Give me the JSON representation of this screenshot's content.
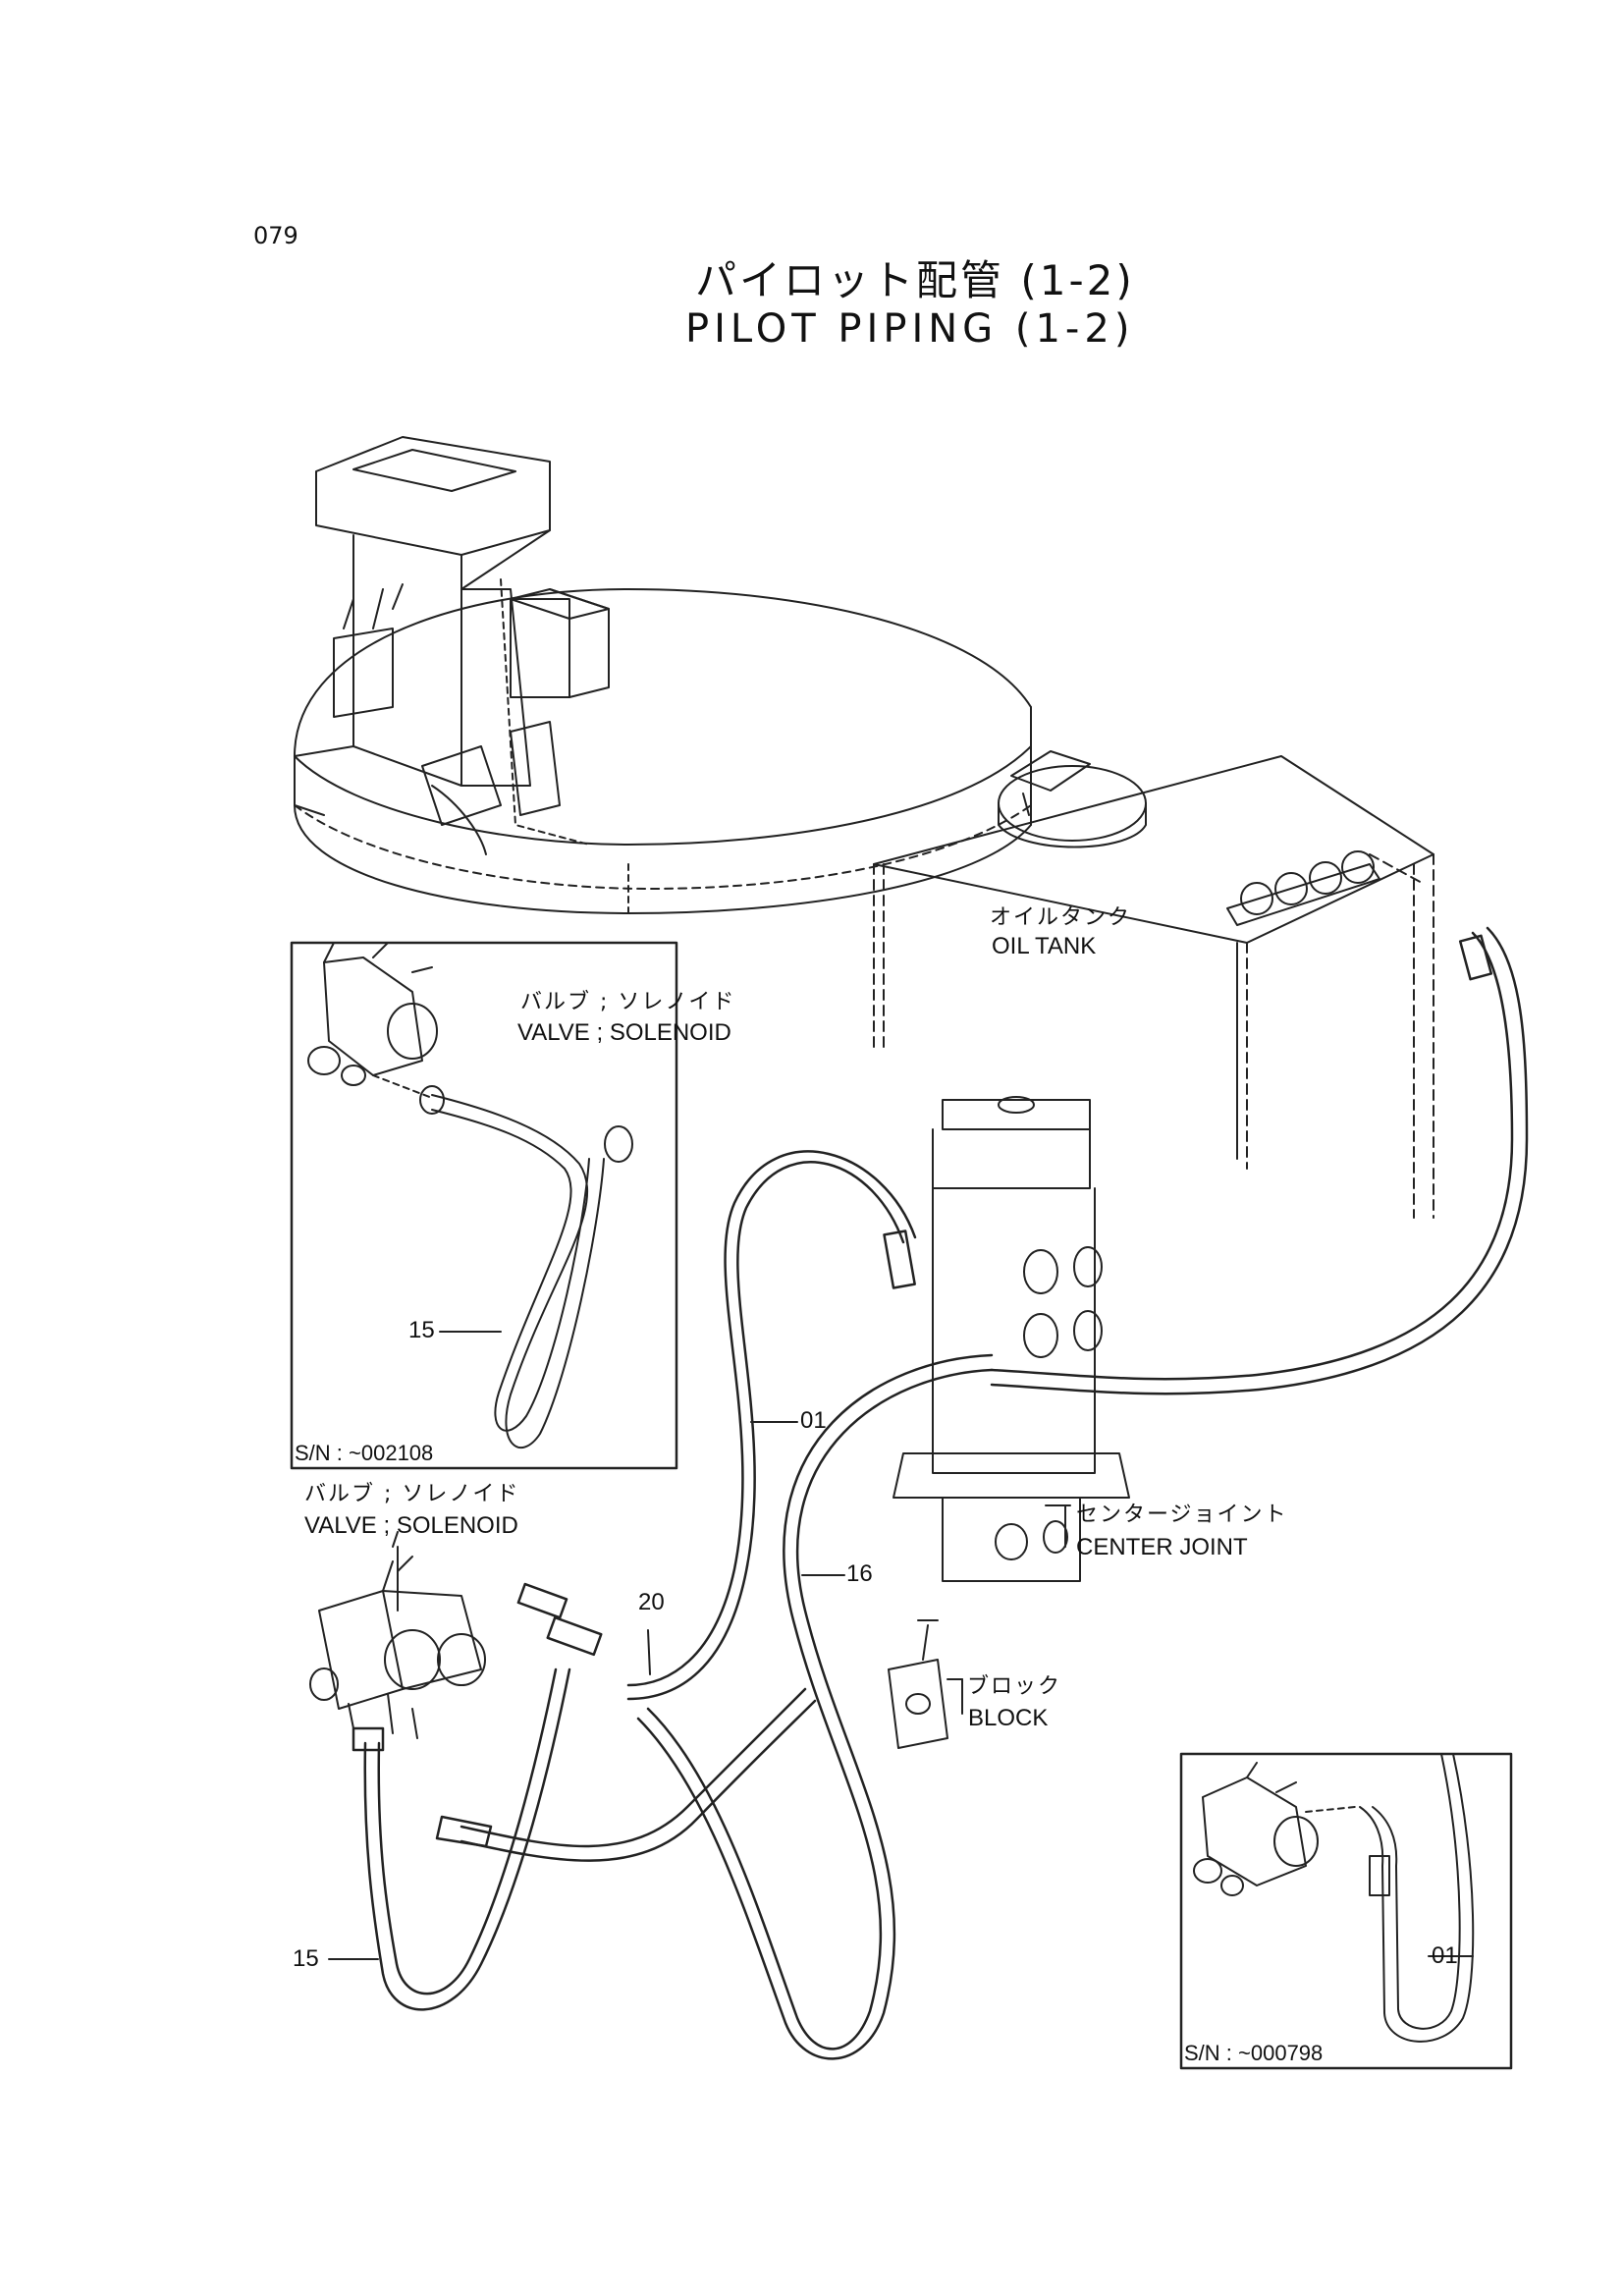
{
  "page_number": "079",
  "title": {
    "jp": "パイロット配管 (1-2)",
    "en": "PILOT PIPING (1-2)"
  },
  "labels": {
    "oil_tank_jp": "オイルタンク",
    "oil_tank_en": "OIL TANK",
    "solenoid_inset_jp": "バルブ ; ソレノイド",
    "solenoid_inset_en": "VALVE ; SOLENOID",
    "solenoid_main_jp": "バルブ ; ソレノイド",
    "solenoid_main_en": "VALVE ; SOLENOID",
    "center_joint_jp": "センタージョイント",
    "center_joint_en": "CENTER JOINT",
    "block_jp": "ブロック",
    "block_en": "BLOCK"
  },
  "callouts": {
    "c15_inset": "15",
    "c01_main": "01",
    "c20": "20",
    "c16": "16",
    "c15_main": "15",
    "c01_inset": "01"
  },
  "serials": {
    "inset_left": "S/N : ~002108",
    "inset_right": "S/N : ~000798"
  }
}
